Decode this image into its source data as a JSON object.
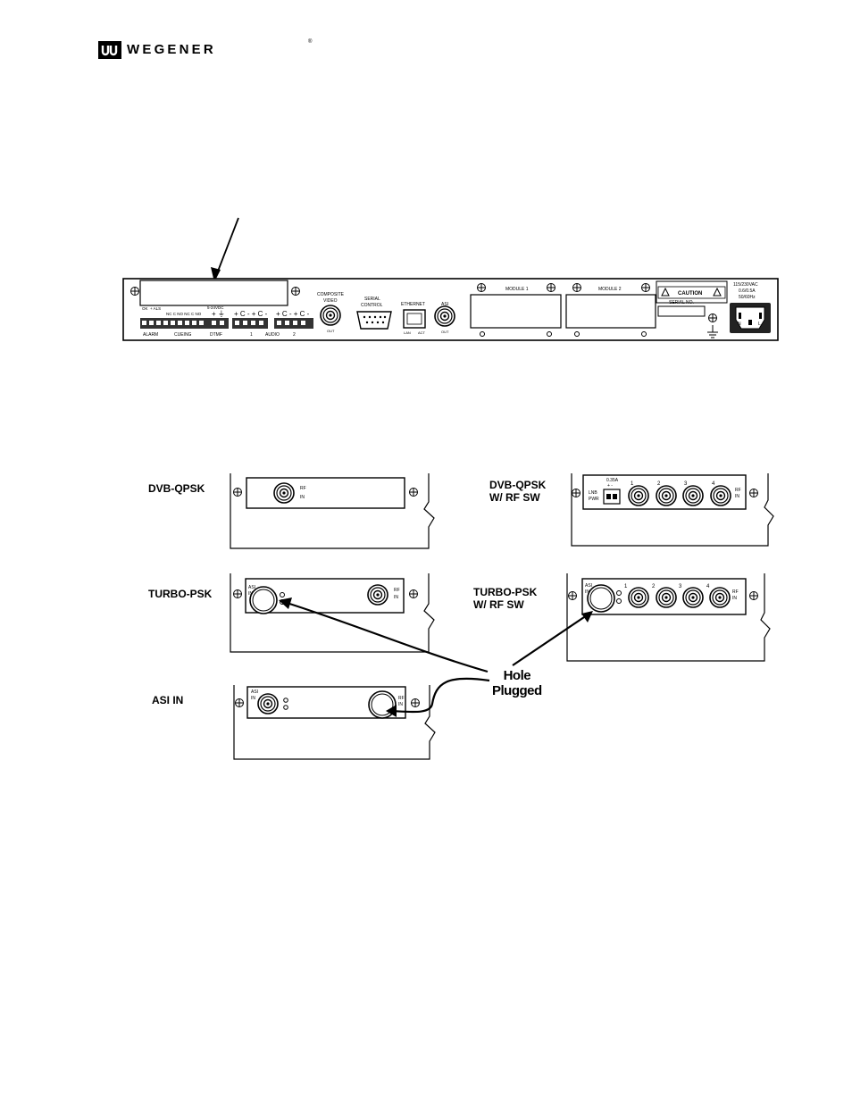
{
  "header": {
    "logo_text": "WEGENER",
    "logo_mark": "ꟺ",
    "logo_reg": "®"
  },
  "rear_panel": {
    "connector_labels": {
      "composite_video": [
        "COMPOSITE",
        "VIDEO"
      ],
      "composite_out": "OUT",
      "serial_control": [
        "SERIAL",
        "CONTROL"
      ],
      "ethernet": "ETHERNET",
      "lan": "LAN",
      "act": "ACT",
      "asi": "ASI",
      "asi_out": "OUT",
      "module_1": "MODULE 1",
      "module_2": "MODULE 2",
      "caution": "CAUTION",
      "serial_no": "SERIAL NO.",
      "power_rating": [
        "115/230VAC",
        "0.6/0.5A",
        "50/60Hz"
      ],
      "power_pins": [
        "N",
        "L"
      ]
    },
    "terminal_labels": {
      "alarm": "ALARM",
      "cueing": "CUEING",
      "dtmf": "DTMF",
      "audio": "AUDIO",
      "audio_1": "1",
      "audio_2": "2",
      "dtmf_top": "5-24VDC",
      "cueing_pins": "NC C NO NC C NO"
    }
  },
  "modules": {
    "dvb_qpsk": {
      "label": "DVB-QPSK",
      "rf_in": [
        "RF",
        "IN"
      ]
    },
    "dvb_qpsk_rfsw": {
      "label": [
        "DVB-QPSK",
        "W/ RF SW"
      ],
      "current": "0.35A",
      "lnb_pwr": [
        "LNB",
        "PWR"
      ],
      "ports": [
        "1",
        "2",
        "3",
        "4"
      ],
      "rf_in": [
        "RF",
        "IN"
      ]
    },
    "turbo_psk": {
      "label": "TURBO-PSK",
      "asi_in": [
        "ASI",
        "IN"
      ],
      "rf_in": [
        "RF",
        "IN"
      ]
    },
    "turbo_psk_rfsw": {
      "label": [
        "TURBO-PSK",
        "W/ RF SW"
      ],
      "asi_in": [
        "ASI",
        "IN"
      ],
      "ports": [
        "1",
        "2",
        "3",
        "4"
      ],
      "rf_in": [
        "RF",
        "IN"
      ]
    },
    "asi_in": {
      "label": "ASI IN",
      "asi_in": [
        "ASI",
        "IN"
      ],
      "rf_in": [
        "RF",
        "IN"
      ]
    }
  },
  "callout": {
    "line1": "Hole",
    "line2": "Plugged"
  }
}
